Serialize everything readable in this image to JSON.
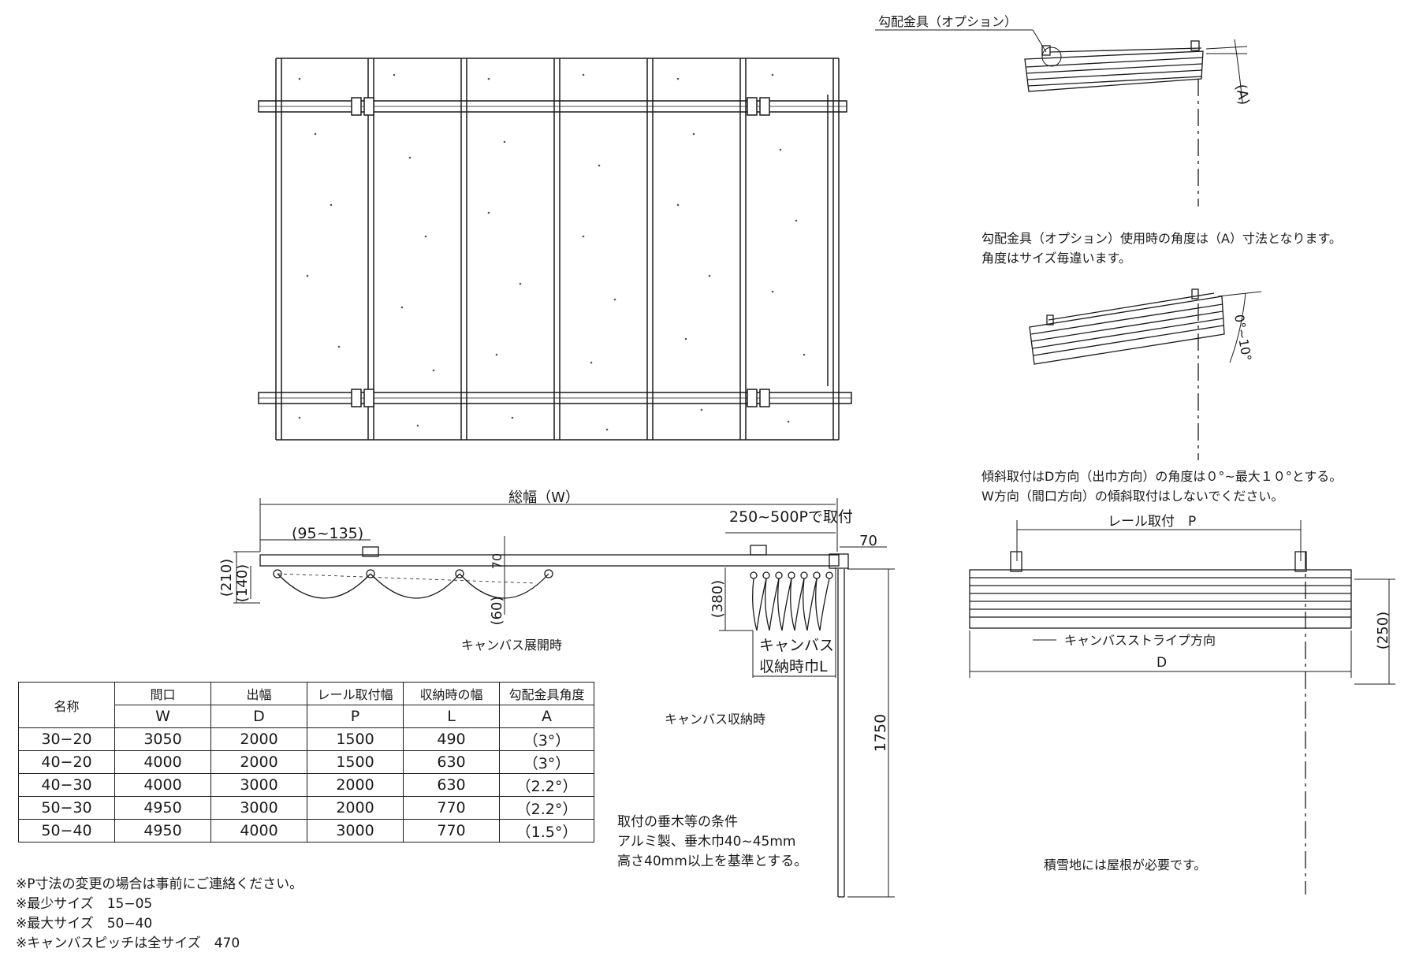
{
  "right_top": {
    "option_label": "勾配金具（オプション）",
    "angle_label": "(A)",
    "note_line1": "勾配金具（オプション）使用時の角度は（A）寸法となります。",
    "note_line2": "角度はサイズ毎違います。"
  },
  "right_mid": {
    "angle_range": "0°~10°",
    "note_line1": "傾斜取付はD方向（出巾方向）の角度は０°~最大１０°とする。",
    "note_line2": "W方向（間口方向）の傾斜取付はしないでください。"
  },
  "side_view": {
    "total_width": "総幅（W）",
    "offset": "(95~135)",
    "pitch": "250~500Pで取付",
    "dim_70_right": "70",
    "dim_210": "(210)",
    "dim_140": "(140)",
    "dim_70": "70",
    "dim_60": "(60)",
    "dim_380": "(380)",
    "deployed_label": "キャンバス展開時",
    "stored_label_1": "キャンバス",
    "stored_label_2": "収納時巾L",
    "stored_caption": "キャンバス収納時",
    "height_1750": "1750"
  },
  "front_view": {
    "rail_pitch": "レール取付　P",
    "stripe_dir": "キャンバスストライプ方向",
    "depth": "D",
    "dim_250": "(250)"
  },
  "mount_conditions": [
    "取付の垂木等の条件",
    "アルミ製、垂木巾40~45mm",
    "高さ40mm以上を基準とする。"
  ],
  "snow_note": "積雪地には屋根が必要です。",
  "spec_table": {
    "header_row1": [
      "名称",
      "間口",
      "出幅",
      "レール取付幅",
      "収納時の幅",
      "勾配金具角度"
    ],
    "header_row2": [
      "W",
      "D",
      "P",
      "L",
      "A"
    ],
    "rows": [
      [
        "30−20",
        "3050",
        "2000",
        "1500",
        "490",
        "（3°）"
      ],
      [
        "40−20",
        "4000",
        "2000",
        "1500",
        "630",
        "（3°）"
      ],
      [
        "40−30",
        "4000",
        "3000",
        "2000",
        "630",
        "（2.2°）"
      ],
      [
        "50−30",
        "4950",
        "3000",
        "2000",
        "770",
        "（2.2°）"
      ],
      [
        "50−40",
        "4950",
        "4000",
        "3000",
        "770",
        "（1.5°）"
      ]
    ]
  },
  "footnotes": [
    "※P寸法の変更の場合は事前にご連絡ください。",
    "※最少サイズ　15−05",
    "※最大サイズ　50−40",
    "※キャンバスピッチは全サイズ　470"
  ]
}
